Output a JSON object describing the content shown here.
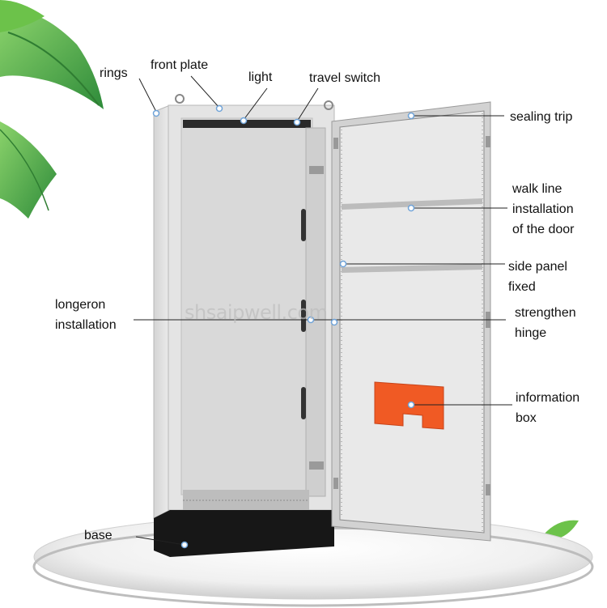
{
  "labels": {
    "rings": "rings",
    "front_plate": "front plate",
    "light": "light",
    "travel_switch": "travel switch",
    "sealing_trip": "sealing trip",
    "walk_line": [
      "walk line",
      "installation",
      "of the door"
    ],
    "side_panel": [
      "side panel",
      "fixed"
    ],
    "longeron": [
      "longeron",
      "installation"
    ],
    "strengthen": [
      "strengthen",
      "hinge"
    ],
    "information_box": [
      "information",
      "box"
    ],
    "base": "base"
  },
  "watermark": "shsaipwell.com",
  "colors": {
    "cabinet": "#e6e6e6",
    "cabinet_edge": "#c8c8c8",
    "interior": "#d7d7d7",
    "door_panel": "#e9e9e9",
    "info_box": "#f05a24",
    "base": "#151515",
    "leaf": "#4caf50",
    "leader_line": "#222222"
  }
}
